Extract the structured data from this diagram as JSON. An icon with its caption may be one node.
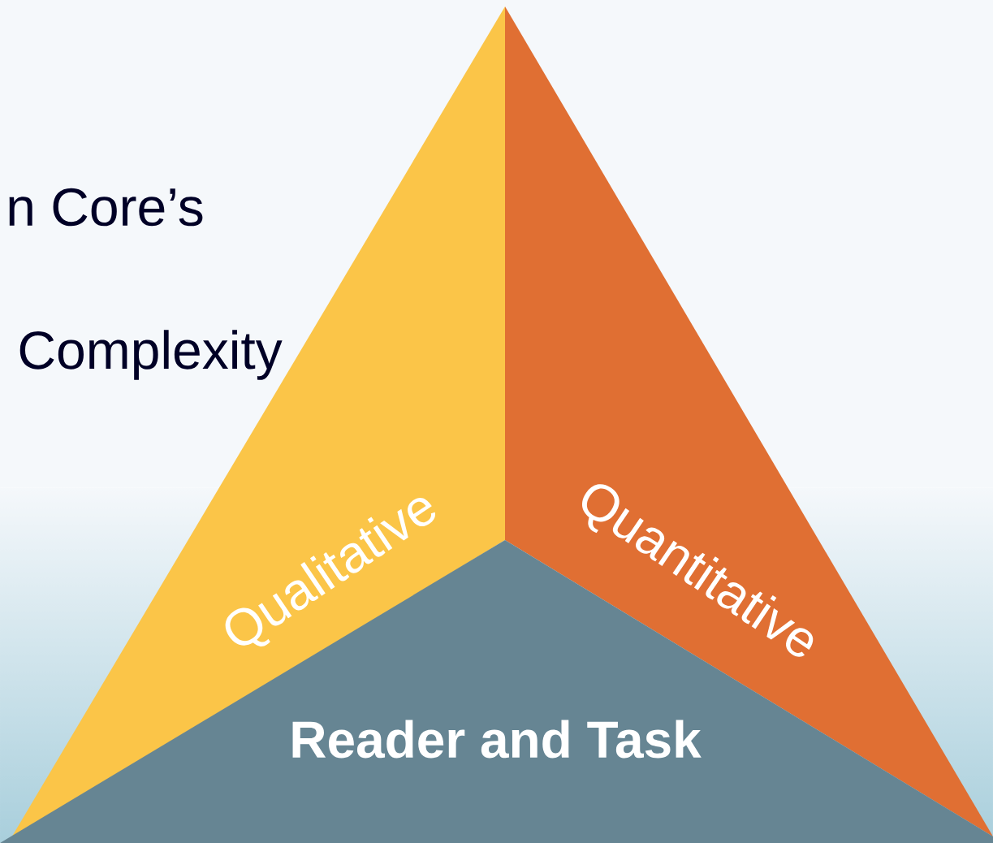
{
  "diagram": {
    "nodes": [
      {
        "text": [
          "Qualitative"
        ]
      },
      {
        "text": [
          "Quantitative"
        ]
      },
      {
        "text": [
          "Reader and Task"
        ]
      }
    ],
    "labels": [
      "n Core’s",
      "Complexity"
    ]
  }
}
